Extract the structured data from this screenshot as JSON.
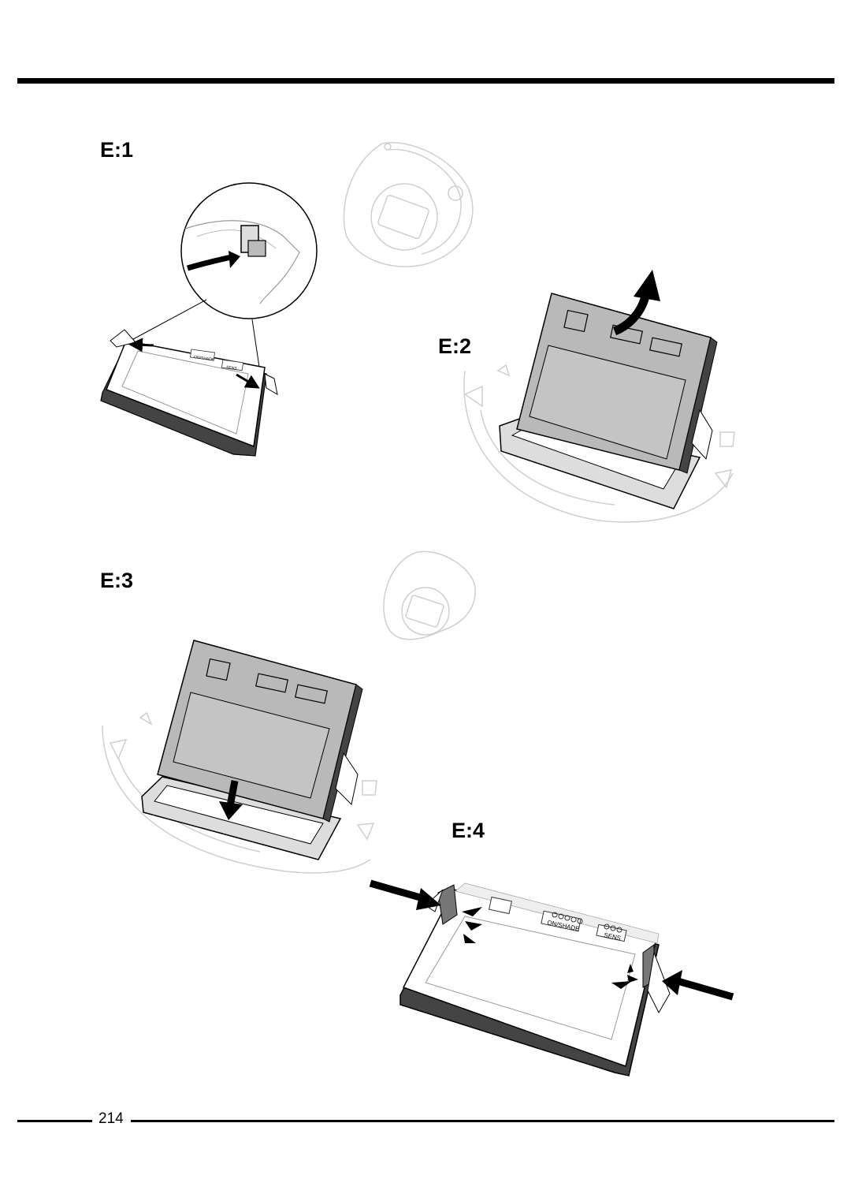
{
  "steps": {
    "e1": {
      "label": "E:1"
    },
    "e2": {
      "label": "E:2"
    },
    "e3": {
      "label": "E:3"
    },
    "e4": {
      "label": "E:4"
    }
  },
  "panel_text": {
    "on_shade": "ON/SHADE",
    "sens": "SENS"
  },
  "footer": {
    "page_number": "214"
  },
  "colors": {
    "ink": "#000000",
    "panel_grey": "#bdbdbd",
    "dark_frame": "#4a4a4a",
    "helmet_outline": "#c8c8c8"
  }
}
